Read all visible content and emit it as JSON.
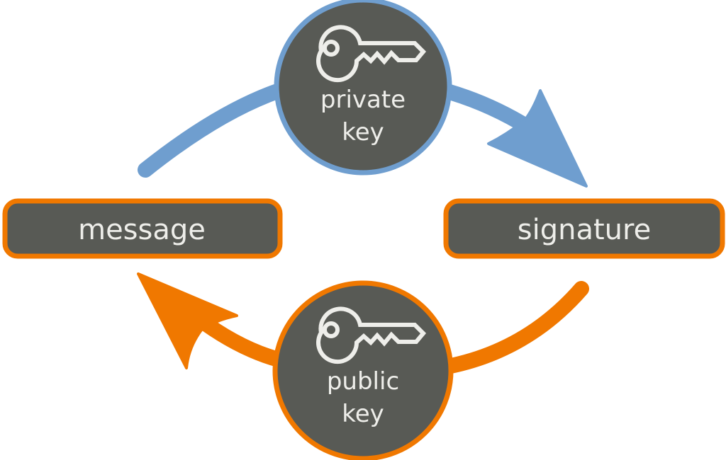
{
  "colors": {
    "node_fill": "#585a55",
    "sign_arrow": "#6f9ecf",
    "verify_arrow": "#f07800",
    "box_border": "#f07800",
    "text": "#eeeeea"
  },
  "nodes": {
    "message": {
      "label": "message"
    },
    "signature": {
      "label": "signature"
    },
    "private_key": {
      "line1": "private",
      "line2": "key",
      "icon": "key-icon"
    },
    "public_key": {
      "line1": "public",
      "line2": "key",
      "icon": "key-icon"
    }
  },
  "edges": [
    {
      "from": "message",
      "to": "signature",
      "via": "private_key",
      "color": "#6f9ecf"
    },
    {
      "from": "signature",
      "to": "message",
      "via": "public_key",
      "color": "#f07800"
    }
  ]
}
